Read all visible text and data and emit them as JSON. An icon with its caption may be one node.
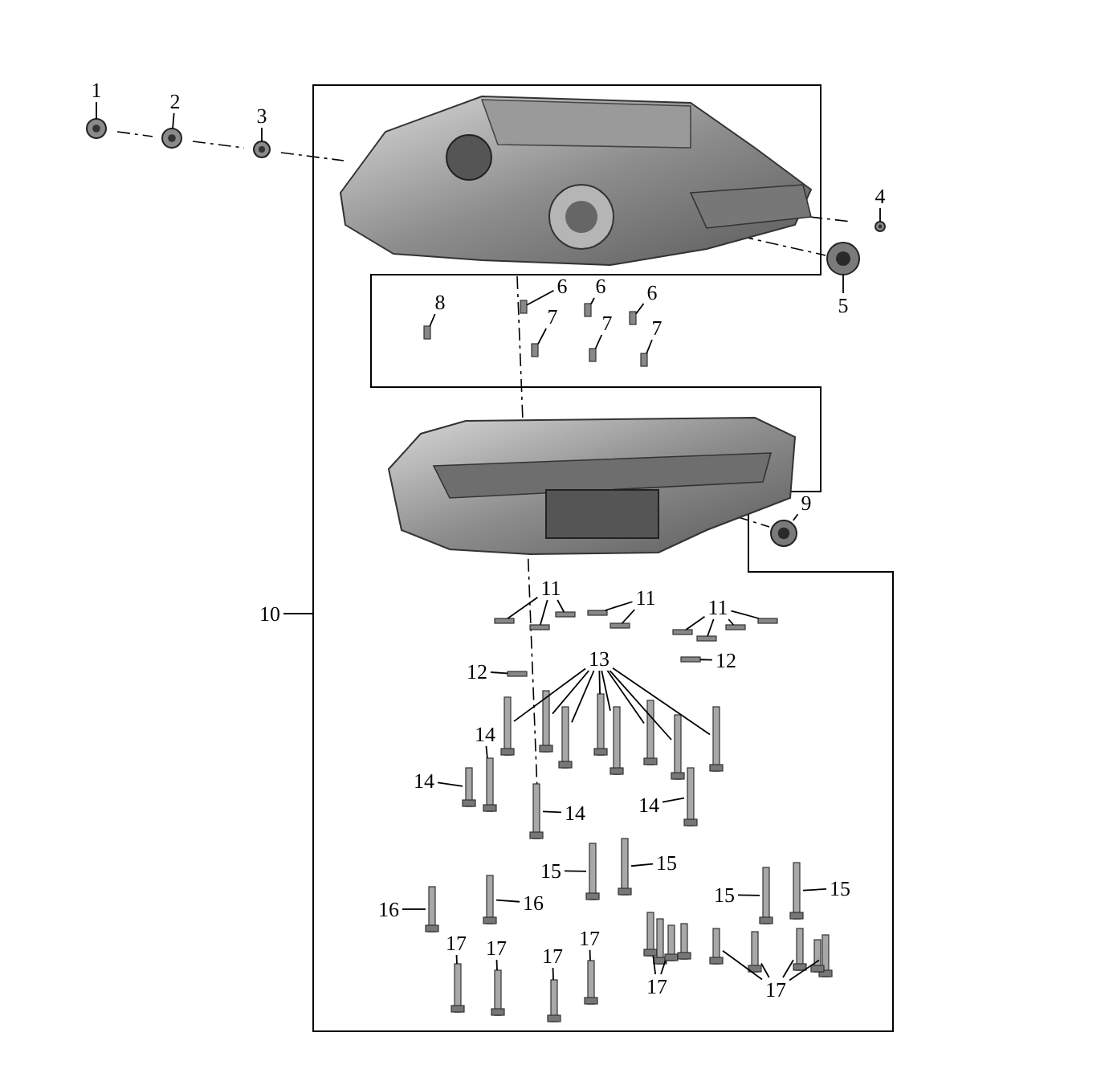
{
  "diagram": {
    "nodes": [
      {
        "text": [
          "1"
        ]
      },
      {
        "text": [
          "2"
        ]
      },
      {
        "text": [
          "3"
        ]
      },
      {
        "text": [
          "4"
        ]
      },
      {
        "text": [
          "5"
        ]
      },
      {
        "text": [
          "6"
        ]
      },
      {
        "text": [
          "6"
        ]
      },
      {
        "text": [
          "6"
        ]
      },
      {
        "text": [
          "7"
        ]
      },
      {
        "text": [
          "7"
        ]
      },
      {
        "text": [
          "7"
        ]
      },
      {
        "text": [
          "8"
        ]
      },
      {
        "text": [
          "9"
        ]
      },
      {
        "text": [
          "10"
        ]
      },
      {
        "text": [
          "11"
        ]
      },
      {
        "text": [
          "11"
        ]
      },
      {
        "text": [
          "11"
        ]
      },
      {
        "text": [
          "12"
        ]
      },
      {
        "text": [
          "12"
        ]
      },
      {
        "text": [
          "13"
        ]
      },
      {
        "text": [
          "14"
        ]
      },
      {
        "text": [
          "14"
        ]
      },
      {
        "text": [
          "14"
        ]
      },
      {
        "text": [
          "14"
        ]
      },
      {
        "text": [
          "15"
        ]
      },
      {
        "text": [
          "15"
        ]
      },
      {
        "text": [
          "15"
        ]
      },
      {
        "text": [
          "15"
        ]
      },
      {
        "text": [
          "16"
        ]
      },
      {
        "text": [
          "16"
        ]
      },
      {
        "text": [
          "17"
        ]
      },
      {
        "text": [
          "17"
        ]
      },
      {
        "text": [
          "17"
        ]
      },
      {
        "text": [
          "17"
        ]
      },
      {
        "text": [
          "17"
        ]
      },
      {
        "text": [
          "17"
        ]
      },
      {
        "text": [],
        "shape": "nut"
      },
      {
        "text": [],
        "shape": "nut"
      },
      {
        "text": [],
        "shape": "nut"
      },
      {
        "text": [],
        "shape": "nut"
      },
      {
        "text": [],
        "shape": "ring"
      },
      {
        "text": [],
        "shape": "pin"
      },
      {
        "text": [],
        "shape": "pin"
      },
      {
        "text": [],
        "shape": "pin"
      },
      {
        "text": [],
        "shape": "pin"
      },
      {
        "text": [],
        "shape": "pin"
      },
      {
        "text": [],
        "shape": "pin"
      },
      {
        "text": [],
        "shape": "pin"
      },
      {
        "text": [],
        "shape": "ring"
      },
      {
        "text": [],
        "shape": "pin"
      },
      {
        "text": [],
        "shape": "pin"
      },
      {
        "text": [],
        "shape": "pin"
      },
      {
        "text": [],
        "shape": "pin"
      },
      {
        "text": [],
        "shape": "pin"
      },
      {
        "text": [],
        "shape": "pin"
      },
      {
        "text": [],
        "shape": "pin"
      },
      {
        "text": [],
        "shape": "pin"
      },
      {
        "text": [],
        "shape": "pin"
      },
      {
        "text": [],
        "shape": "pin"
      },
      {
        "text": [],
        "shape": "pin"
      },
      {
        "text": [],
        "shape": "bolt"
      },
      {
        "text": [],
        "shape": "bolt"
      },
      {
        "text": [],
        "shape": "bolt"
      },
      {
        "text": [],
        "shape": "bolt"
      },
      {
        "text": [],
        "shape": "bolt"
      },
      {
        "text": [],
        "shape": "bolt"
      },
      {
        "text": [],
        "shape": "bolt"
      },
      {
        "text": [],
        "shape": "bolt"
      },
      {
        "text": [],
        "shape": "bolt"
      },
      {
        "text": [],
        "shape": "bolt"
      },
      {
        "text": [],
        "shape": "bolt"
      },
      {
        "text": [],
        "shape": "bolt"
      },
      {
        "text": [],
        "shape": "bolt"
      },
      {
        "text": [],
        "shape": "bolt"
      },
      {
        "text": [],
        "shape": "bolt"
      },
      {
        "text": [],
        "shape": "bolt"
      },
      {
        "text": [],
        "shape": "bolt"
      },
      {
        "text": [],
        "shape": "bolt"
      },
      {
        "text": [],
        "shape": "bolt"
      },
      {
        "text": [],
        "shape": "bolt"
      },
      {
        "text": [],
        "shape": "bolt"
      },
      {
        "text": [],
        "shape": "bolt"
      },
      {
        "text": [],
        "shape": "bolt"
      },
      {
        "text": [],
        "shape": "bolt"
      },
      {
        "text": [],
        "shape": "bolt"
      },
      {
        "text": [],
        "shape": "bolt"
      },
      {
        "text": [],
        "shape": "bolt"
      },
      {
        "text": [],
        "shape": "bolt"
      },
      {
        "text": [],
        "shape": "bolt"
      },
      {
        "text": [],
        "shape": "bolt"
      },
      {
        "text": [],
        "shape": "bolt"
      }
    ],
    "edges": [
      {
        "from": 0,
        "to": 36,
        "arrow": "none"
      },
      {
        "from": 1,
        "to": 37,
        "arrow": "none"
      },
      {
        "from": 2,
        "to": 38,
        "arrow": "none"
      },
      {
        "from": 3,
        "to": 39,
        "arrow": "none"
      },
      {
        "from": 4,
        "to": 40,
        "arrow": "none"
      },
      {
        "from": 5,
        "to": 41,
        "arrow": "none"
      },
      {
        "from": 6,
        "to": 42,
        "arrow": "none"
      },
      {
        "from": 7,
        "to": 43,
        "arrow": "none"
      },
      {
        "from": 8,
        "to": 44,
        "arrow": "none"
      },
      {
        "from": 9,
        "to": 45,
        "arrow": "none"
      },
      {
        "from": 10,
        "to": 46,
        "arrow": "none"
      },
      {
        "from": 11,
        "to": 47,
        "arrow": "none"
      },
      {
        "from": 12,
        "to": 48,
        "arrow": "none"
      },
      {
        "from": 13,
        "to": null,
        "arrow": "none"
      },
      {
        "from": 14,
        "to": 49,
        "arrow": "none"
      },
      {
        "from": 14,
        "to": 50,
        "arrow": "none"
      },
      {
        "from": 14,
        "to": 51,
        "arrow": "none"
      },
      {
        "from": 15,
        "to": 52,
        "arrow": "none"
      },
      {
        "from": 15,
        "to": 53,
        "arrow": "none"
      },
      {
        "from": 16,
        "to": 54,
        "arrow": "none"
      },
      {
        "from": 16,
        "to": 55,
        "arrow": "none"
      },
      {
        "from": 16,
        "to": 56,
        "arrow": "none"
      },
      {
        "from": 16,
        "to": 57,
        "arrow": "none"
      },
      {
        "from": 17,
        "to": 58,
        "arrow": "none"
      },
      {
        "from": 18,
        "to": 59,
        "arrow": "none"
      },
      {
        "from": 19,
        "to": 60,
        "arrow": "none"
      },
      {
        "from": 19,
        "to": 61,
        "arrow": "none"
      },
      {
        "from": 19,
        "to": 62,
        "arrow": "none"
      },
      {
        "from": 19,
        "to": 63,
        "arrow": "none"
      },
      {
        "from": 19,
        "to": 64,
        "arrow": "none"
      },
      {
        "from": 19,
        "to": 65,
        "arrow": "none"
      },
      {
        "from": 19,
        "to": 66,
        "arrow": "none"
      },
      {
        "from": 19,
        "to": 67,
        "arrow": "none"
      },
      {
        "from": 20,
        "to": 68,
        "arrow": "none"
      },
      {
        "from": 21,
        "to": 69,
        "arrow": "none"
      },
      {
        "from": 22,
        "to": 70,
        "arrow": "none"
      },
      {
        "from": 23,
        "to": 71,
        "arrow": "none"
      },
      {
        "from": 24,
        "to": 72,
        "arrow": "none"
      },
      {
        "from": 25,
        "to": 73,
        "arrow": "none"
      },
      {
        "from": 26,
        "to": 74,
        "arrow": "none"
      },
      {
        "from": 27,
        "to": 75,
        "arrow": "none"
      },
      {
        "from": 28,
        "to": 76,
        "arrow": "none"
      },
      {
        "from": 29,
        "to": 77,
        "arrow": "none"
      },
      {
        "from": 30,
        "to": 78,
        "arrow": "none"
      },
      {
        "from": 31,
        "to": 79,
        "arrow": "none"
      },
      {
        "from": 32,
        "to": 80,
        "arrow": "none"
      },
      {
        "from": 33,
        "to": 81,
        "arrow": "none"
      },
      {
        "from": 34,
        "to": 82,
        "arrow": "none"
      },
      {
        "from": 34,
        "to": 84,
        "arrow": "none"
      },
      {
        "from": 35,
        "to": 86,
        "arrow": "none"
      },
      {
        "from": 35,
        "to": 87,
        "arrow": "none"
      },
      {
        "from": 35,
        "to": 88,
        "arrow": "none"
      },
      {
        "from": 35,
        "to": 89,
        "arrow": "none"
      }
    ]
  }
}
